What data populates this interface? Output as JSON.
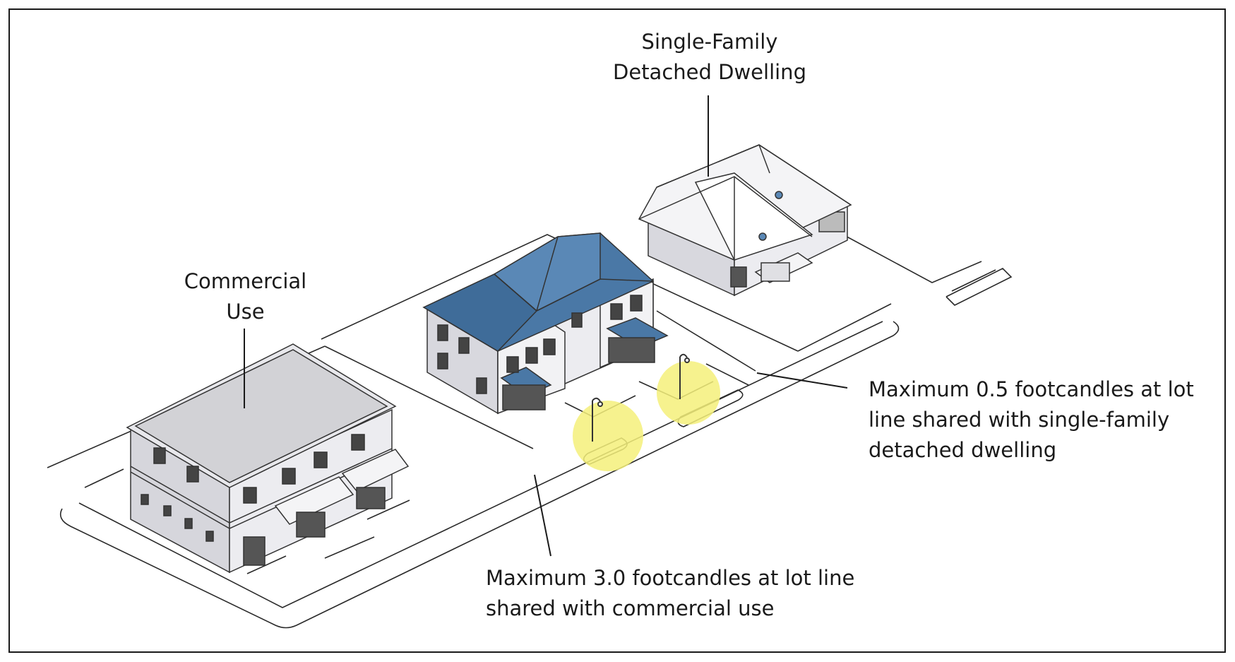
{
  "colors": {
    "roof_blue": "#4a78a6",
    "roof_blue_dark": "#2f5a86",
    "light_glow": "#f5f07a",
    "wall": "#e9e9ee",
    "ink": "#1a1a1a"
  },
  "labels": {
    "single_family": [
      "Single-Family",
      "Detached Dwelling"
    ],
    "commercial": [
      "Commercial",
      "Use"
    ],
    "max_05": [
      "Maximum 0.5 footcandles at lot",
      "line shared with single-family",
      "detached dwelling"
    ],
    "max_30": [
      "Maximum 3.0 footcandles at lot line",
      "shared with commercial use"
    ]
  }
}
